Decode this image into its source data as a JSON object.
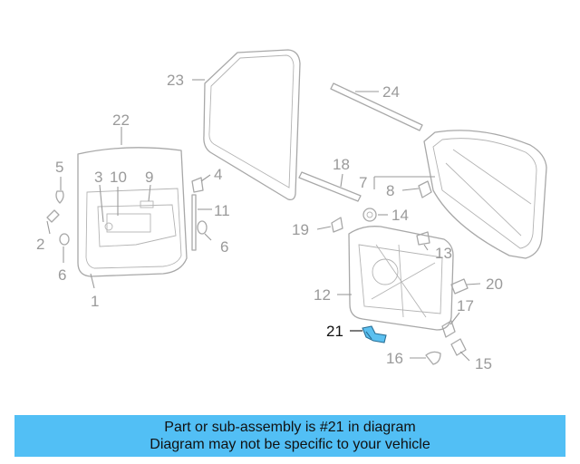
{
  "diagram": {
    "callouts": {
      "c1": "1",
      "c2": "2",
      "c3": "3",
      "c4": "4",
      "c5": "5",
      "c6a": "6",
      "c6b": "6",
      "c7": "7",
      "c8": "8",
      "c9": "9",
      "c10": "10",
      "c11": "11",
      "c12": "12",
      "c13": "13",
      "c14": "14",
      "c15": "15",
      "c16": "16",
      "c17": "17",
      "c18": "18",
      "c19": "19",
      "c20": "20",
      "c21": "21",
      "c22": "22",
      "c23": "23",
      "c24": "24"
    },
    "highlighted_part": "21",
    "highlight_color": "#5bc0f0"
  },
  "caption": {
    "line1": "Part or sub-assembly is #21 in diagram",
    "line2": "Diagram may not be specific to your vehicle",
    "background": "#52bff5"
  }
}
